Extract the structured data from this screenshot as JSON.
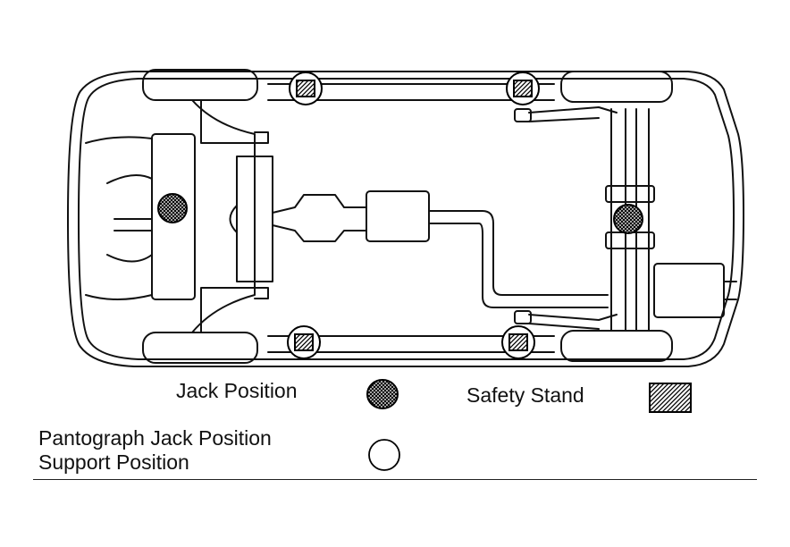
{
  "legend": {
    "jack_position": "Jack Position",
    "safety_stand": "Safety Stand",
    "pantograph_line1": "Pantograph Jack Position",
    "pantograph_line2": "Support Position"
  },
  "symbols": {
    "jack": "cross-hatched-circle",
    "safety_stand": "diagonal-hatched-square",
    "support": "open-circle"
  },
  "colors": {
    "ink": "#111111",
    "paper": "#ffffff"
  }
}
